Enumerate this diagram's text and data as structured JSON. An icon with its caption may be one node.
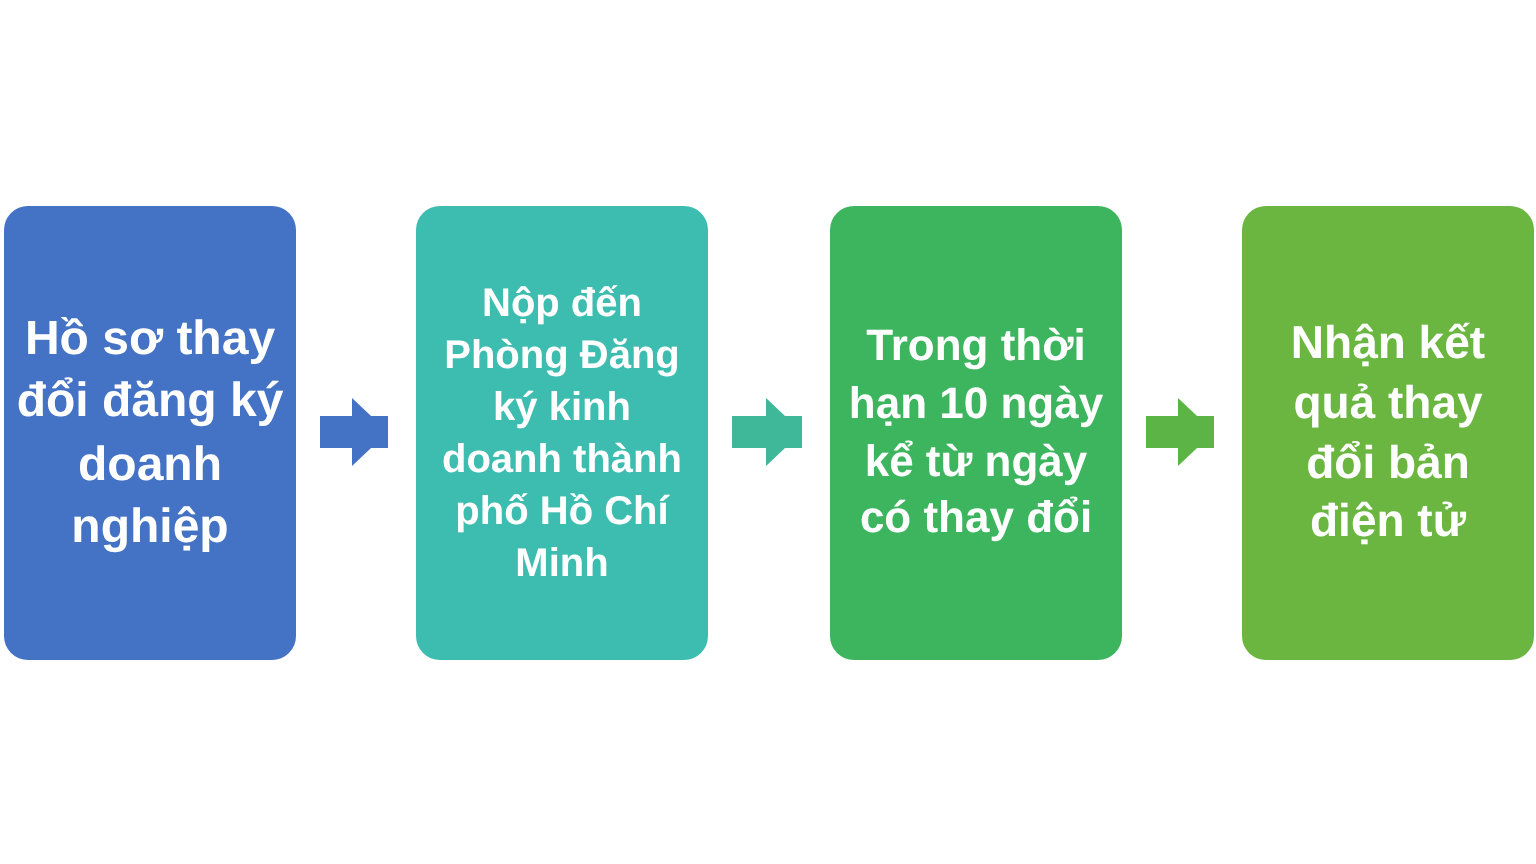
{
  "diagram": {
    "nodes": [
      {
        "text": [
          "Hồ sơ thay đổi đăng ký doanh nghiệp"
        ]
      },
      {
        "text": [
          "Nộp đến Phòng Đăng ký kinh doanh thành phố Hồ Chí Minh"
        ]
      },
      {
        "text": [
          "Trong thời hạn 10 ngày kể từ ngày có thay đổi"
        ]
      },
      {
        "text": [
          "Nhận kết quả thay đổi bản điện tử"
        ]
      }
    ],
    "edges": [
      {
        "from": 0,
        "to": 1,
        "arrow": "to",
        "color": "#4472c4"
      },
      {
        "from": 1,
        "to": 2,
        "arrow": "to",
        "color": "#3fb89a"
      },
      {
        "from": 2,
        "to": 3,
        "arrow": "to",
        "color": "#5cb346"
      }
    ]
  }
}
